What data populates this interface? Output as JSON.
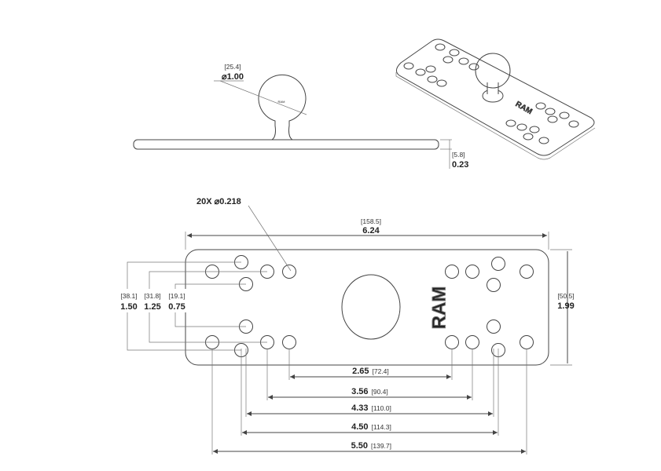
{
  "side_view": {
    "ball_mm": "[25.4]",
    "ball_in": "⌀1.00",
    "ball_mark": "RAM",
    "thickness_mm": "[5.8]",
    "thickness_in": "0.23"
  },
  "iso_view": {
    "brand": "RAM"
  },
  "top_view": {
    "hole_callout": "20X ⌀0.218",
    "brand": "RAM",
    "width_mm": "[158.5]",
    "width_in": "6.24",
    "height_mm": "[50.5]",
    "height_in": "1.99",
    "left_dims": [
      {
        "mm": "[38.1]",
        "in": "1.50"
      },
      {
        "mm": "[31.8]",
        "in": "1.25"
      },
      {
        "mm": "[19.1]",
        "in": "0.75"
      }
    ],
    "bottom_dims": [
      {
        "in": "2.65",
        "mm": "[72.4]"
      },
      {
        "in": "3.56",
        "mm": "[90.4]"
      },
      {
        "in": "4.33",
        "mm": "[110.0]"
      },
      {
        "in": "4.50",
        "mm": "[114.3]"
      },
      {
        "in": "5.50",
        "mm": "[139.7]"
      }
    ]
  }
}
